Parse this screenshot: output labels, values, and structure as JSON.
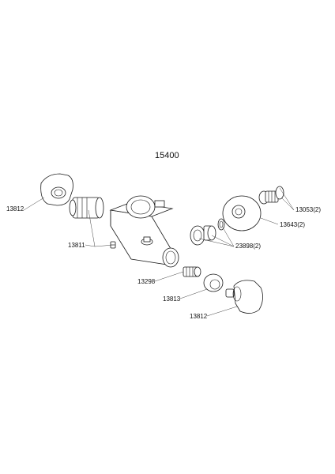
{
  "drawing": {
    "title": "15400",
    "parts": [
      {
        "id": "p13812a",
        "label": "13812"
      },
      {
        "id": "p13811",
        "label": "13811"
      },
      {
        "id": "p13298",
        "label": "13298"
      },
      {
        "id": "p13813",
        "label": "13813"
      },
      {
        "id": "p13812b",
        "label": "13812"
      },
      {
        "id": "p13053",
        "label": "13053(2)"
      },
      {
        "id": "p13643",
        "label": "13643(2)"
      },
      {
        "id": "p23898",
        "label": "23898(2)"
      }
    ]
  }
}
